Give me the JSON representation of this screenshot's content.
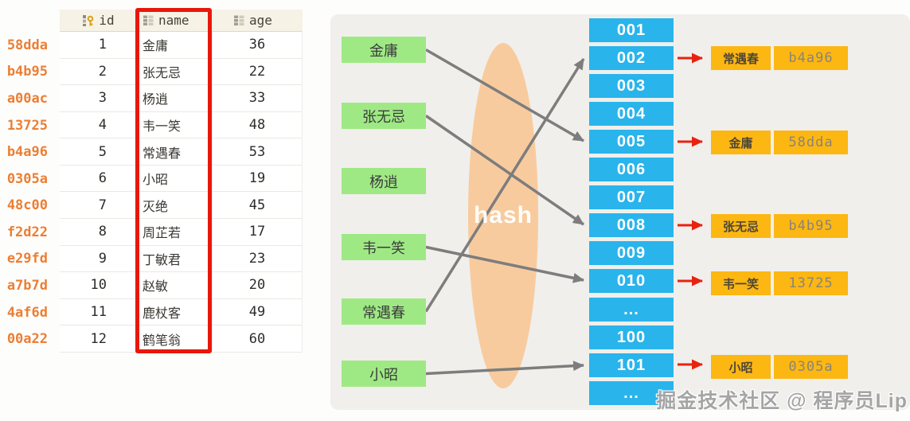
{
  "table": {
    "header": [
      {
        "icon": "key-icon",
        "label": "id"
      },
      {
        "icon": "column-icon",
        "label": "name"
      },
      {
        "icon": "column-icon",
        "label": "age"
      }
    ],
    "rows": [
      {
        "hash": "58dda",
        "id": "1",
        "name": "金庸",
        "age": "36"
      },
      {
        "hash": "b4b95",
        "id": "2",
        "name": "张无忌",
        "age": "22"
      },
      {
        "hash": "a00ac",
        "id": "3",
        "name": "杨逍",
        "age": "33"
      },
      {
        "hash": "13725",
        "id": "4",
        "name": "韦一笑",
        "age": "48"
      },
      {
        "hash": "b4a96",
        "id": "5",
        "name": "常遇春",
        "age": "53"
      },
      {
        "hash": "0305a",
        "id": "6",
        "name": "小昭",
        "age": "19"
      },
      {
        "hash": "48c00",
        "id": "7",
        "name": "灭绝",
        "age": "45"
      },
      {
        "hash": "f2d22",
        "id": "8",
        "name": "周芷若",
        "age": "17"
      },
      {
        "hash": "e29fd",
        "id": "9",
        "name": "丁敏君",
        "age": "23"
      },
      {
        "hash": "a7b7d",
        "id": "10",
        "name": "赵敏",
        "age": "20"
      },
      {
        "hash": "4af6d",
        "id": "11",
        "name": "鹿杖客",
        "age": "49"
      },
      {
        "hash": "00a22",
        "id": "12",
        "name": "鹤笔翁",
        "age": "60"
      }
    ]
  },
  "diagram": {
    "hash_blob_label": "hash",
    "inputs": [
      "金庸",
      "张无忌",
      "杨逍",
      "韦一笑",
      "常遇春",
      "小昭"
    ],
    "buckets": [
      "001",
      "002",
      "003",
      "004",
      "005",
      "006",
      "007",
      "008",
      "009",
      "010",
      "...",
      "100",
      "101",
      "..."
    ],
    "mappings": [
      {
        "from": "金庸",
        "to": "005"
      },
      {
        "from": "张无忌",
        "to": "008"
      },
      {
        "from": "韦一笑",
        "to": "010"
      },
      {
        "from": "常遇春",
        "to": "002"
      },
      {
        "from": "小昭",
        "to": "101"
      }
    ],
    "results": [
      {
        "bucket": "002",
        "name": "常遇春",
        "hash": "b4a96"
      },
      {
        "bucket": "005",
        "name": "金庸",
        "hash": "58dda"
      },
      {
        "bucket": "008",
        "name": "张无忌",
        "hash": "b4b95"
      },
      {
        "bucket": "010",
        "name": "韦一笑",
        "hash": "13725"
      },
      {
        "bucket": "101",
        "name": "小昭",
        "hash": "0305a"
      }
    ]
  },
  "watermark": "掘金技术社区 @ 程序员Lip",
  "colors": {
    "bucket_blue": "#29b4ec",
    "input_green": "#9fe985",
    "blob_peach": "#f8cb9e",
    "result_amber": "#fcb713",
    "gray_arrow": "#7d7d7d",
    "red_arrow": "#e8220f",
    "highlight_red": "#e8170c",
    "row_hash_orange": "#ec7e33",
    "header_cream": "#f6f2e6",
    "panel_gray": "#f0efec"
  }
}
